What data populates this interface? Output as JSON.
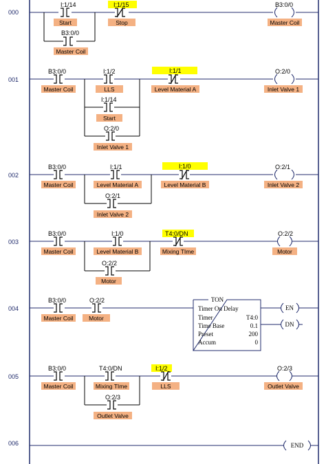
{
  "colors": {
    "label_bg": "#f4b183",
    "highlight": "#ffff00",
    "rail": "#1f2a6b"
  },
  "rungs": [
    {
      "number": "000",
      "inputs": [
        {
          "address": "I:1/14",
          "label": "Start",
          "type": "no",
          "highlight": false
        },
        {
          "address": "B3:0/0",
          "label": "Master Coil",
          "type": "no",
          "branch": true
        },
        {
          "address": "I:1/15",
          "label": "Stop",
          "type": "nc",
          "highlight": true
        }
      ],
      "output": {
        "address": "B3:0/0",
        "label": "Master Coil"
      }
    },
    {
      "number": "001",
      "inputs": [
        {
          "address": "B3:0/0",
          "label": "Master Coil",
          "type": "no"
        },
        {
          "address": "I:1/2",
          "label": "LLS",
          "type": "no"
        },
        {
          "address": "I:1/14",
          "label": "Start",
          "type": "no",
          "branch": true
        },
        {
          "address": "O:2/0",
          "label": "Inlet Valve 1",
          "type": "no",
          "branch": true
        },
        {
          "address": "I:1/1",
          "label": "Level Material A",
          "type": "nc",
          "highlight": true
        }
      ],
      "output": {
        "address": "O:2/0",
        "label": "Inlet Valve 1"
      }
    },
    {
      "number": "002",
      "inputs": [
        {
          "address": "B3:0/0",
          "label": "Master Coil",
          "type": "no"
        },
        {
          "address": "I:1/1",
          "label": "Level Material A",
          "type": "no"
        },
        {
          "address": "O:2/1",
          "label": "Inlet Valve 2",
          "type": "no",
          "branch": true
        },
        {
          "address": "I:1/0",
          "label": "Level Material B",
          "type": "nc",
          "highlight": true
        }
      ],
      "output": {
        "address": "O:2/1",
        "label": "Inlet Valve 2"
      }
    },
    {
      "number": "003",
      "inputs": [
        {
          "address": "B3:0/0",
          "label": "Master Coil",
          "type": "no"
        },
        {
          "address": "I:1/0",
          "label": "Level Material B",
          "type": "no"
        },
        {
          "address": "O:2/2",
          "label": "Motor",
          "type": "no",
          "branch": true
        },
        {
          "address": "T4:0/DN",
          "label": "Mixing TIme",
          "type": "nc",
          "highlight": true
        }
      ],
      "output": {
        "address": "O:2/2",
        "label": "Motor"
      }
    },
    {
      "number": "004",
      "inputs": [
        {
          "address": "B3:0/0",
          "label": "Master Coil",
          "type": "no"
        },
        {
          "address": "O:2/2",
          "label": "Motor",
          "type": "no"
        }
      ],
      "timer": {
        "title": "TON",
        "subtitle": "Timer On Delay",
        "rows": [
          {
            "key": "Timer",
            "value": "T4:0"
          },
          {
            "key": "Time Base",
            "value": "0.1"
          },
          {
            "key": "Preset",
            "value": "200"
          },
          {
            "key": "Accum",
            "value": "0"
          }
        ],
        "en": "EN",
        "dn": "DN"
      }
    },
    {
      "number": "005",
      "inputs": [
        {
          "address": "B3:0/0",
          "label": "Master Coil",
          "type": "no"
        },
        {
          "address": "T4:0/DN",
          "label": "Mixing TIme",
          "type": "no"
        },
        {
          "address": "O:2/3",
          "label": "Outlet Valve",
          "type": "no",
          "branch": true
        },
        {
          "address": "I:1/2",
          "label": "LLS",
          "type": "nc",
          "highlight": true
        }
      ],
      "output": {
        "address": "O:2/3",
        "label": "Outlet Valve"
      }
    },
    {
      "number": "006",
      "end": "END"
    }
  ]
}
